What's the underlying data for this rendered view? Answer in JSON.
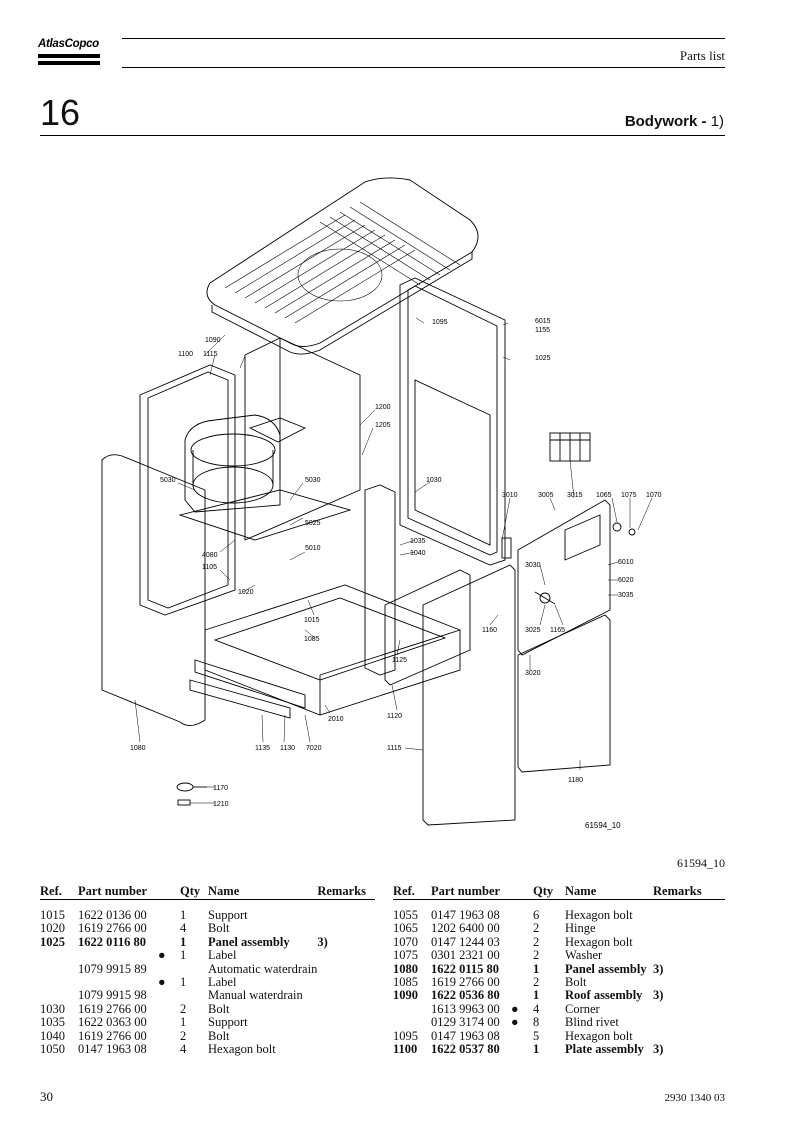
{
  "header": {
    "logo": "AtlasCopco",
    "doc_type": "Parts list"
  },
  "section": {
    "number": "16",
    "title_bold": "Bodywork - ",
    "title_note": "1)"
  },
  "figure": {
    "id_in_drawing": "61594_10",
    "id_below": "61594_10",
    "callouts": [
      "1090",
      "1100",
      "1115",
      "1095",
      "6015",
      "1155",
      "1025",
      "1200",
      "1205",
      "5030",
      "5030",
      "5025",
      "5010",
      "4080",
      "1105",
      "1020",
      "1015",
      "1085",
      "1030",
      "3010",
      "3005",
      "3015",
      "1065",
      "1075",
      "1070",
      "1035",
      "1040",
      "6010",
      "6020",
      "3035",
      "3030",
      "3025",
      "1165",
      "1160",
      "1125",
      "3020",
      "1120",
      "2010",
      "1080",
      "1135",
      "1130",
      "7020",
      "1115",
      "1180",
      "1170",
      "1210"
    ]
  },
  "table_headers": {
    "ref": "Ref.",
    "part": "Part number",
    "qty": "Qty",
    "name": "Name",
    "remarks": "Remarks"
  },
  "left_rows": [
    {
      "ref": "1015",
      "part": "1622 0136 00",
      "dot": "",
      "qty": "1",
      "name": "Support",
      "rem": "",
      "bold": false
    },
    {
      "ref": "1020",
      "part": "1619 2766 00",
      "dot": "",
      "qty": "4",
      "name": "Bolt",
      "rem": "",
      "bold": false
    },
    {
      "ref": "1025",
      "part": "1622 0116 80",
      "dot": "",
      "qty": "1",
      "name": "Panel assembly",
      "rem": "3)",
      "bold": true
    },
    {
      "ref": "",
      "part": "",
      "dot": "●",
      "qty": "1",
      "name": "Label",
      "rem": "",
      "bold": false
    },
    {
      "ref": "",
      "part": "1079 9915 89",
      "dot": "",
      "qty": "",
      "name": "Automatic waterdrain",
      "rem": "",
      "bold": false
    },
    {
      "ref": "",
      "part": "",
      "dot": "●",
      "qty": "1",
      "name": "Label",
      "rem": "",
      "bold": false
    },
    {
      "ref": "",
      "part": "1079 9915 98",
      "dot": "",
      "qty": "",
      "name": "Manual waterdrain",
      "rem": "",
      "bold": false
    },
    {
      "ref": "1030",
      "part": "1619 2766 00",
      "dot": "",
      "qty": "2",
      "name": "Bolt",
      "rem": "",
      "bold": false
    },
    {
      "ref": "1035",
      "part": "1622 0363 00",
      "dot": "",
      "qty": "1",
      "name": "Support",
      "rem": "",
      "bold": false
    },
    {
      "ref": "1040",
      "part": "1619 2766 00",
      "dot": "",
      "qty": "2",
      "name": "Bolt",
      "rem": "",
      "bold": false
    },
    {
      "ref": "1050",
      "part": "0147 1963 08",
      "dot": "",
      "qty": "4",
      "name": "Hexagon bolt",
      "rem": "",
      "bold": false
    }
  ],
  "right_rows": [
    {
      "ref": "1055",
      "part": "0147 1963 08",
      "dot": "",
      "qty": "6",
      "name": "Hexagon bolt",
      "rem": "",
      "bold": false
    },
    {
      "ref": "1065",
      "part": "1202 6400 00",
      "dot": "",
      "qty": "2",
      "name": "Hinge",
      "rem": "",
      "bold": false
    },
    {
      "ref": "1070",
      "part": "0147 1244 03",
      "dot": "",
      "qty": "2",
      "name": "Hexagon bolt",
      "rem": "",
      "bold": false
    },
    {
      "ref": "1075",
      "part": "0301 2321 00",
      "dot": "",
      "qty": "2",
      "name": "Washer",
      "rem": "",
      "bold": false
    },
    {
      "ref": "1080",
      "part": "1622 0115 80",
      "dot": "",
      "qty": "1",
      "name": "Panel assembly",
      "rem": "3)",
      "bold": true
    },
    {
      "ref": "1085",
      "part": "1619 2766 00",
      "dot": "",
      "qty": "2",
      "name": "Bolt",
      "rem": "",
      "bold": false
    },
    {
      "ref": "1090",
      "part": "1622 0536 80",
      "dot": "",
      "qty": "1",
      "name": "Roof assembly",
      "rem": "3)",
      "bold": true
    },
    {
      "ref": "",
      "part": "1613 9963 00",
      "dot": "●",
      "qty": "4",
      "name": "Corner",
      "rem": "",
      "bold": false
    },
    {
      "ref": "",
      "part": "0129 3174 00",
      "dot": "●",
      "qty": "8",
      "name": "Blind rivet",
      "rem": "",
      "bold": false
    },
    {
      "ref": "1095",
      "part": "0147 1963 08",
      "dot": "",
      "qty": "5",
      "name": "Hexagon bolt",
      "rem": "",
      "bold": false
    },
    {
      "ref": "1100",
      "part": "1622 0537 80",
      "dot": "",
      "qty": "1",
      "name": "Plate assembly",
      "rem": "3)",
      "bold": true
    }
  ],
  "footer": {
    "page": "30",
    "doc_number": "2930 1340 03"
  }
}
